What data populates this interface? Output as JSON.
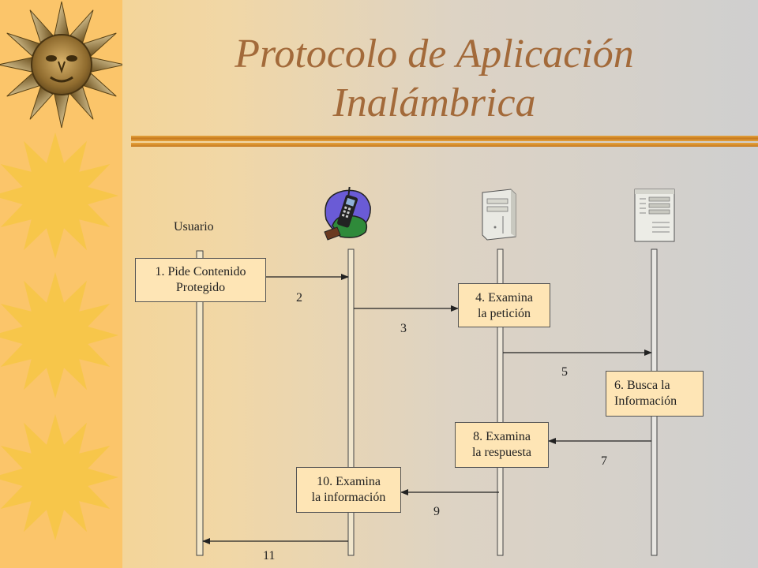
{
  "slide": {
    "title_line1": "Protocolo de Aplicación",
    "title_line2": "Inalámbrica",
    "colors": {
      "title": "#a36a3a",
      "box_fill": "#fee5b5",
      "line": "#333333",
      "sun": "#f7c64a",
      "sun_dark": "#8a6a2a"
    }
  },
  "participants": [
    {
      "id": "usuario",
      "label": "Usuario",
      "icon": "user-label"
    },
    {
      "id": "phone",
      "label": "",
      "icon": "cell-phone-icon"
    },
    {
      "id": "gateway",
      "label": "",
      "icon": "server-icon"
    },
    {
      "id": "server",
      "label": "",
      "icon": "server-tower-icon"
    }
  ],
  "steps": [
    {
      "n": "1",
      "line1": "1. Pide Contenido",
      "line2": "Protegido"
    },
    {
      "n": "2",
      "label": "2"
    },
    {
      "n": "3",
      "label": "3"
    },
    {
      "n": "4",
      "line1": "4. Examina",
      "line2": "la petición"
    },
    {
      "n": "5",
      "label": "5"
    },
    {
      "n": "6",
      "line1": "6. Busca la",
      "line2": "Información"
    },
    {
      "n": "7",
      "label": "7"
    },
    {
      "n": "8",
      "line1": "8. Examina",
      "line2": "la respuesta"
    },
    {
      "n": "9",
      "label": "9"
    },
    {
      "n": "10",
      "line1": "10. Examina",
      "line2": "la información"
    },
    {
      "n": "11",
      "label": "11"
    }
  ]
}
